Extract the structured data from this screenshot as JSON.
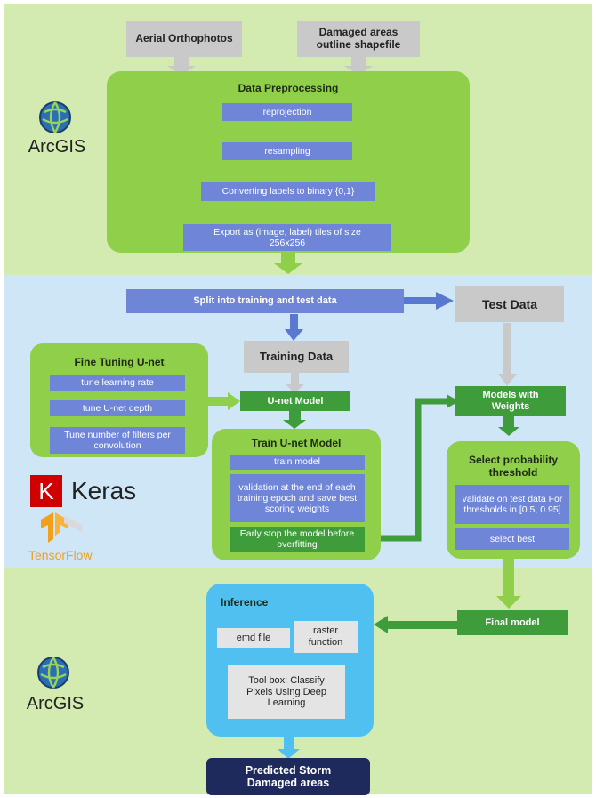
{
  "inputs": {
    "aerial": "Aerial Orthophotos",
    "damaged": "Damaged areas outline shapefile"
  },
  "preprocessing": {
    "title": "Data Preprocessing",
    "steps": [
      "reprojection",
      "resampling",
      "Converting labels to binary {0,1}",
      "Export as (image, label) tiles of size 256x256"
    ]
  },
  "split": "Split into training and test data",
  "test_data": "Test Data",
  "training_data": "Training Data",
  "fine_tuning": {
    "title": "Fine Tuning U-net",
    "items": [
      "tune learning rate",
      "tune U-net depth",
      "Tune number of filters per convolution"
    ]
  },
  "unet_model": "U-net Model",
  "train": {
    "title": "Train U-net Model",
    "items": [
      "train model",
      "validation at the end of each training epoch and save best scoring weights"
    ],
    "early_stop": "Early stop the model before overfitting"
  },
  "models_weights": "Models with Weights",
  "threshold": {
    "title": "Select probability threshold",
    "items": [
      "validate on test data For thresholds in [0.5, 0.95]",
      "select best"
    ]
  },
  "final_model": "Final model",
  "inference": {
    "title": "Inference",
    "emd": "emd file",
    "raster": "raster function",
    "toolbox": "Tool box: Classify Pixels Using Deep Learning"
  },
  "output": "Predicted Storm Damaged areas",
  "logos": {
    "arcgis_top": "ArcGIS",
    "arcgis_bottom": "ArcGIS",
    "keras_letter": "K",
    "keras": "Keras",
    "tensorflow": "TensorFlow"
  },
  "colors": {
    "green_band": "#d3eab0",
    "blue_band": "#cfe6f6",
    "green_panel": "#8fcf4a",
    "blue_box": "#6f86d8",
    "dark_green": "#3f9c3a",
    "gray": "#c9c9c9",
    "inference_panel": "#4fc0ef",
    "output": "#1f2a5c"
  }
}
